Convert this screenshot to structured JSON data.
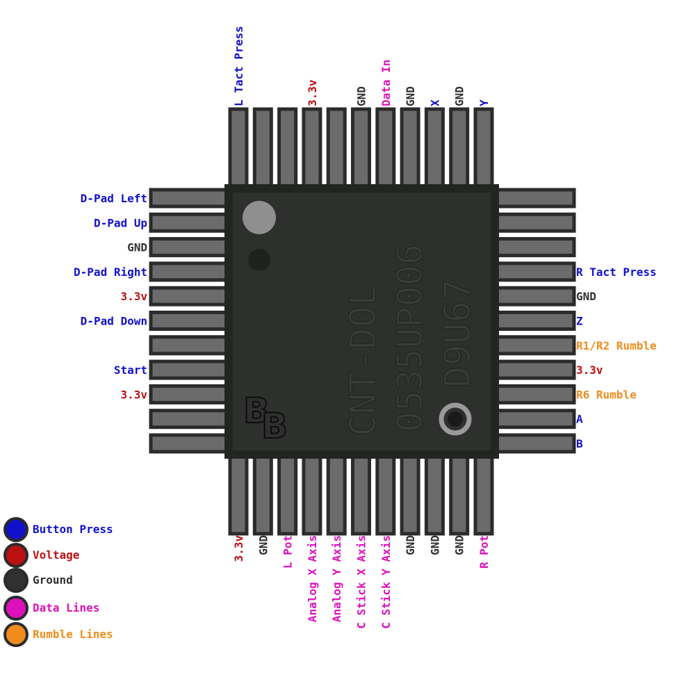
{
  "colors": {
    "button": "#1111cc",
    "voltage": "#bb1111",
    "ground": "#303030",
    "data": "#dd11bb",
    "rumble": "#f08c1e",
    "chip_body": "#2e302e",
    "chip_border": "#232523",
    "pin_fill": "#6b6b6b",
    "pin_border": "#2b2b2b"
  },
  "chip": {
    "marking_line1": "CNT-DOL",
    "marking_line2": "0535UP006",
    "marking_line3": "D9U67",
    "logo_letters": [
      "B",
      "B"
    ]
  },
  "pins": {
    "top": [
      {
        "label": "L Tact Press",
        "type": "button"
      },
      {
        "label": "",
        "type": "none"
      },
      {
        "label": "",
        "type": "none"
      },
      {
        "label": "3.3v",
        "type": "voltage"
      },
      {
        "label": "",
        "type": "none"
      },
      {
        "label": "GND",
        "type": "ground"
      },
      {
        "label": "Data In",
        "type": "data"
      },
      {
        "label": "GND",
        "type": "ground"
      },
      {
        "label": "X",
        "type": "button"
      },
      {
        "label": "GND",
        "type": "ground"
      },
      {
        "label": "Y",
        "type": "button"
      }
    ],
    "bottom": [
      {
        "label": "3.3v",
        "type": "voltage"
      },
      {
        "label": "GND",
        "type": "ground"
      },
      {
        "label": "L Pot",
        "type": "data"
      },
      {
        "label": "Analog X Axis",
        "type": "data"
      },
      {
        "label": "Analog Y Axis",
        "type": "data"
      },
      {
        "label": "C Stick X Axis",
        "type": "data"
      },
      {
        "label": "C Stick Y Axis",
        "type": "data"
      },
      {
        "label": "GND",
        "type": "ground"
      },
      {
        "label": "GND",
        "type": "ground"
      },
      {
        "label": "GND",
        "type": "ground"
      },
      {
        "label": "R Pot",
        "type": "data"
      }
    ],
    "left": [
      {
        "label": "D-Pad Left",
        "type": "button"
      },
      {
        "label": "D-Pad Up",
        "type": "button"
      },
      {
        "label": "GND",
        "type": "ground"
      },
      {
        "label": "D-Pad Right",
        "type": "button"
      },
      {
        "label": "3.3v",
        "type": "voltage"
      },
      {
        "label": "D-Pad Down",
        "type": "button"
      },
      {
        "label": "",
        "type": "none"
      },
      {
        "label": "Start",
        "type": "button"
      },
      {
        "label": "3.3v",
        "type": "voltage"
      },
      {
        "label": "",
        "type": "none"
      },
      {
        "label": "",
        "type": "none"
      }
    ],
    "right": [
      {
        "label": "",
        "type": "none"
      },
      {
        "label": "",
        "type": "none"
      },
      {
        "label": "",
        "type": "none"
      },
      {
        "label": "R Tact Press",
        "type": "button"
      },
      {
        "label": "GND",
        "type": "ground"
      },
      {
        "label": "Z",
        "type": "button"
      },
      {
        "label": "R1/R2 Rumble",
        "type": "rumble"
      },
      {
        "label": "3.3v",
        "type": "voltage"
      },
      {
        "label": "R6 Rumble",
        "type": "rumble"
      },
      {
        "label": "A",
        "type": "button"
      },
      {
        "label": "B",
        "type": "button"
      }
    ]
  },
  "legend": [
    {
      "label": "Button Press",
      "type": "button"
    },
    {
      "label": "Voltage",
      "type": "voltage"
    },
    {
      "label": "Ground",
      "type": "ground"
    },
    {
      "label": "Data Lines",
      "type": "data"
    },
    {
      "label": "Rumble Lines",
      "type": "rumble"
    }
  ]
}
